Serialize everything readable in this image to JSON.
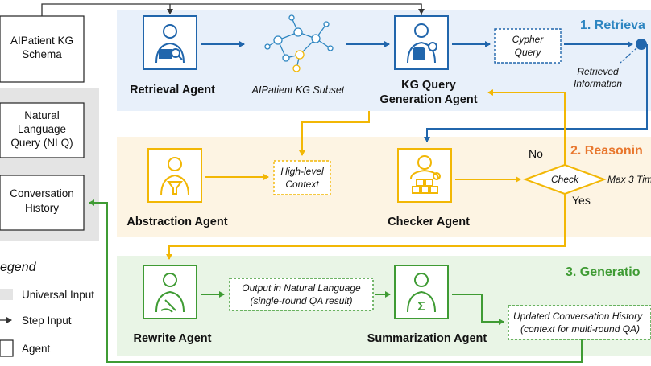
{
  "inputs": {
    "schema": [
      "AIPatient KG",
      "Schema"
    ],
    "nlq": [
      "Natural",
      "Language",
      "Query (NLQ)"
    ],
    "history": [
      "Conversation",
      "History"
    ]
  },
  "legend": {
    "title": "egend",
    "universal": "Universal Input",
    "step": "Step Input",
    "agent": "Agent"
  },
  "sections": {
    "retrieval": "1. Retrieva",
    "reasoning": "2. Reasonin",
    "generation": "3. Generatio"
  },
  "retrieval": {
    "retrieval_agent": "Retrieval Agent",
    "kg_subset": "AIPatient KG Subset",
    "kg_query_agent": [
      "KG Query",
      "Generation Agent"
    ],
    "cypher": [
      "Cypher",
      "Query"
    ],
    "retrieved": [
      "Retrieved",
      "Information"
    ]
  },
  "reasoning": {
    "abstraction_agent": "Abstraction Agent",
    "context": [
      "High-level",
      "Context"
    ],
    "checker_agent": "Checker Agent",
    "check": "Check",
    "no": "No",
    "yes": "Yes",
    "max": "Max 3 Tim"
  },
  "generation": {
    "rewrite_agent": "Rewrite Agent",
    "output": [
      "Output in Natural Language",
      "(single-round QA result)"
    ],
    "summarization_agent": "Summarization Agent",
    "updated": [
      "Updated Conversation History",
      "(context for multi-round QA)"
    ]
  },
  "colors": {
    "blue": "#2166ac",
    "blue_bg": "#e8f0fa",
    "orange": "#f2b705",
    "orange_bg": "#fdf4e3",
    "green": "#3f9b34",
    "green_bg": "#e9f5e6",
    "gray_bg": "#e4e4e4"
  }
}
